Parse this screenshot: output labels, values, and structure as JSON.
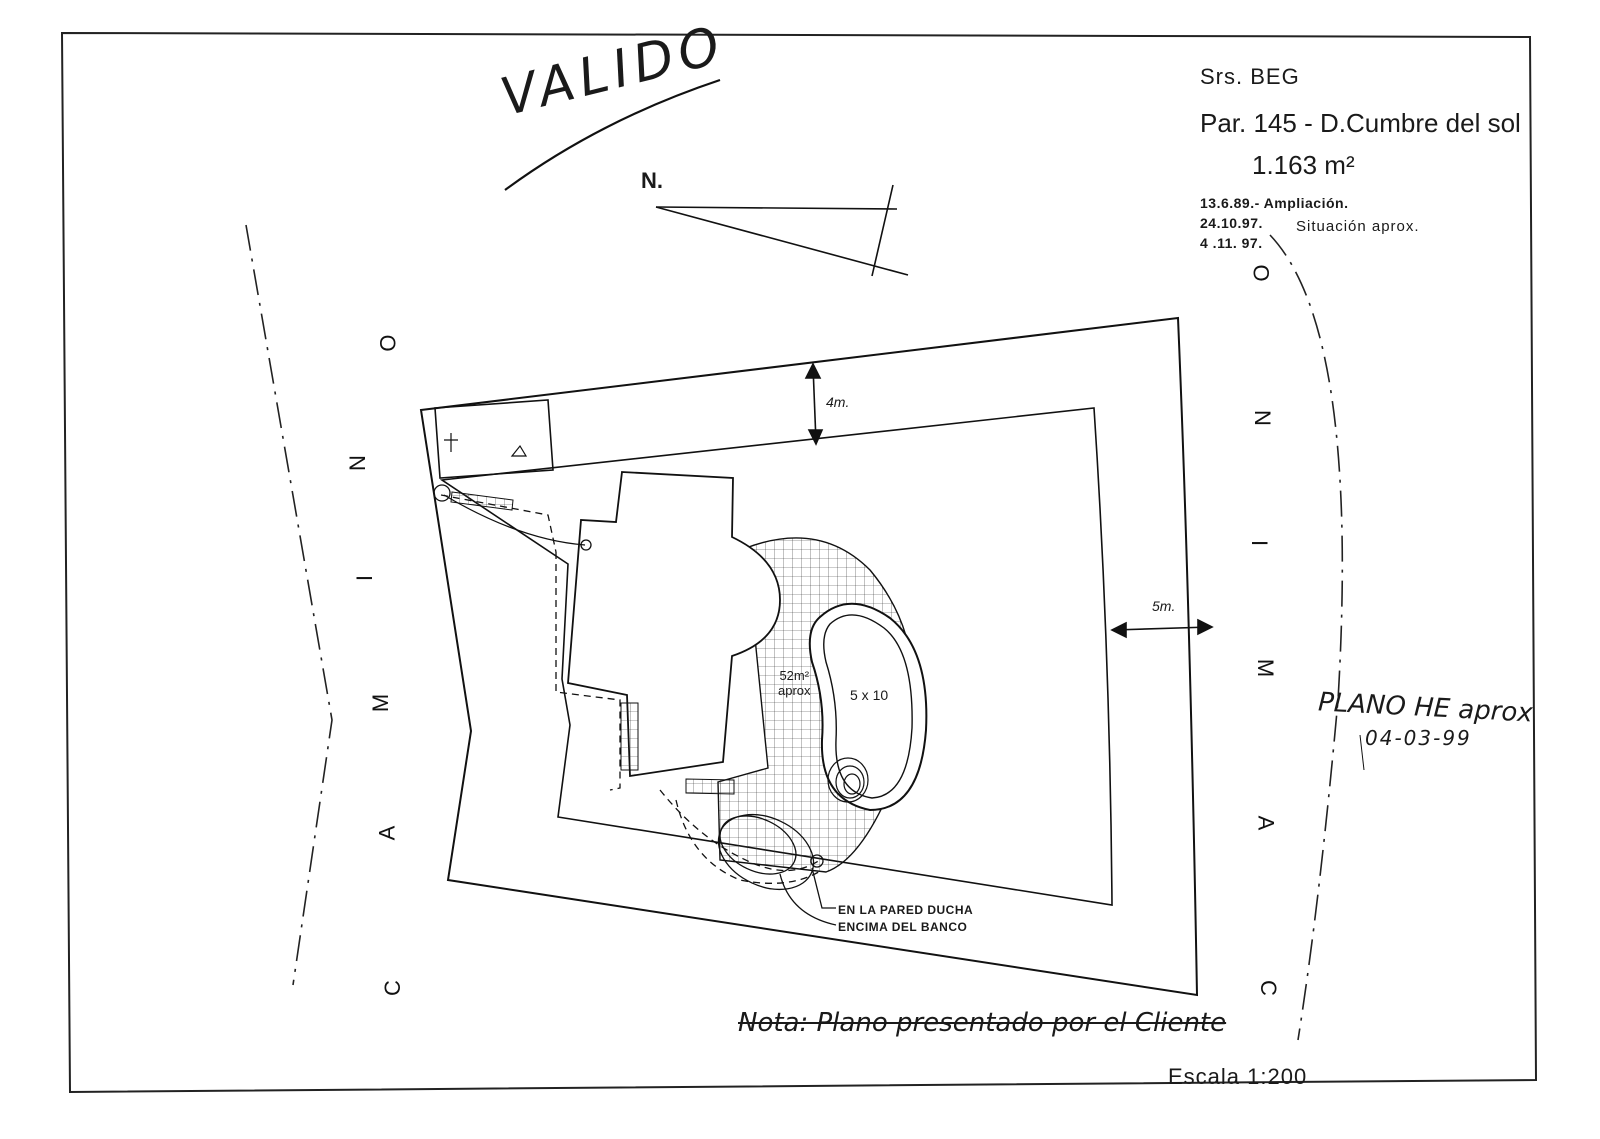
{
  "header": {
    "client": "Srs. BEG",
    "parcel": "Par. 145 - D.Cumbre  del sol",
    "area": "1.163  m²",
    "revisions": [
      {
        "date": "13.6.89.- Ampliación."
      },
      {
        "date": "24.10.97."
      },
      {
        "date": "4 .11. 97."
      }
    ],
    "revision_note": "Situación  aprox."
  },
  "stamp": {
    "valid": "VALIDO"
  },
  "north_label": "N.",
  "roads": {
    "left": [
      "C",
      "A",
      "M",
      "I",
      "N",
      "O"
    ],
    "right": [
      "C",
      "A",
      "M",
      "I",
      "N",
      "O"
    ]
  },
  "dimensions": {
    "setback_top": "4m.",
    "setback_right": "5m."
  },
  "pool": {
    "size": "5 x 10",
    "area_value": "52m²",
    "area_note": "aprox"
  },
  "annotations": {
    "shower": "EN LA PARED DUCHA",
    "bench": "ENCIMA DEL BANCO",
    "plan_approx": "PLANO HE aprox",
    "plan_date": "04-03-99",
    "note": "Nota: Plano presentado por el Cliente"
  },
  "scale": "Escala   1:200",
  "colors": {
    "ink": "#1a1a1a",
    "paper": "#ffffff"
  }
}
